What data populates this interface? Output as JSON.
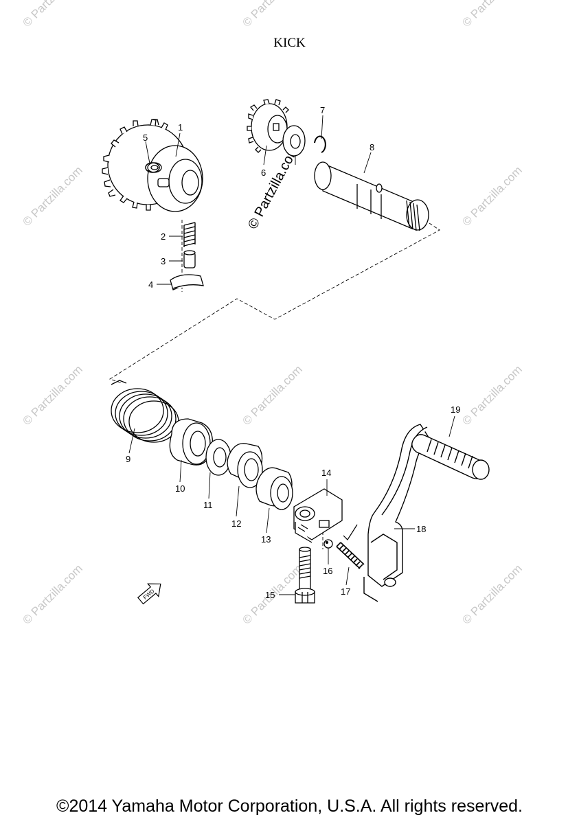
{
  "title": "KICK",
  "copyright": "©2014 Yamaha Motor Corporation, U.S.A. All rights reserved.",
  "watermark": "© Partzilla.com",
  "center_watermark": "© Partzilla.com",
  "fwd_label": "FWD",
  "callouts": {
    "n1": "1",
    "n2": "2",
    "n3": "3",
    "n4": "4",
    "n5": "5",
    "n6": "6",
    "n7": "7",
    "n8": "8",
    "n9": "9",
    "n10": "10",
    "n11": "11",
    "n12": "12",
    "n13": "13",
    "n14": "14",
    "n15": "15",
    "n16": "16",
    "n17": "17",
    "n18": "18",
    "n19": "19"
  }
}
